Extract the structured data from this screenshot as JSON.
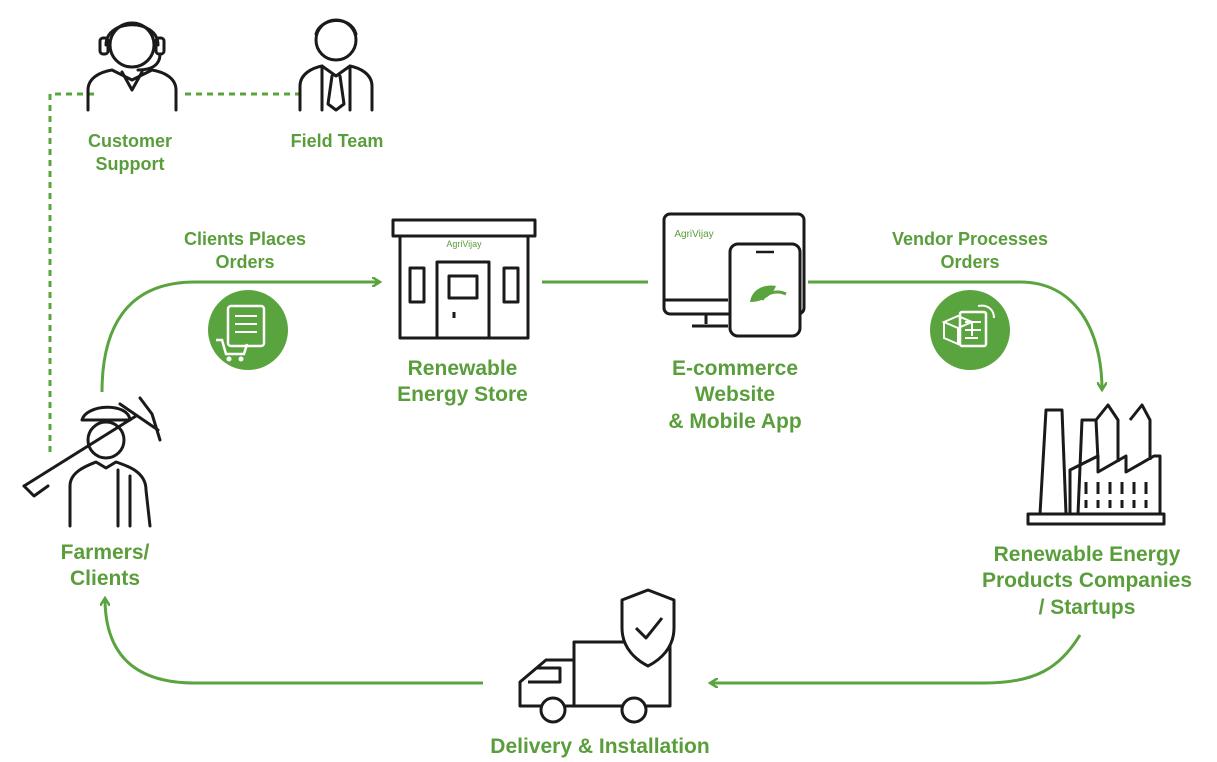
{
  "colors": {
    "accent": "#5aa43f",
    "icon_stroke": "#1a1a1a",
    "text": "#5a9e3c"
  },
  "labels": {
    "customer_support": "Customer\nSupport",
    "field_team": "Field Team",
    "clients_places_orders": "Clients Places\nOrders",
    "renewable_energy_store": "Renewable\nEnergy Store",
    "ecommerce": "E-commerce\nWebsite\n& Mobile App",
    "vendor_processes_orders": "Vendor Processes\nOrders",
    "companies": "Renewable Energy\nProducts Companies\n/ Startups",
    "farmers_clients": "Farmers/\nClients",
    "delivery_installation": "Delivery & Installation"
  },
  "logo_text": "AgriVijay",
  "icons": [
    "headset-person-icon",
    "businessman-icon",
    "store-icon",
    "devices-icon",
    "factory-icon",
    "farmer-icon",
    "delivery-truck-icon",
    "order-cart-icon",
    "vendor-process-icon"
  ]
}
